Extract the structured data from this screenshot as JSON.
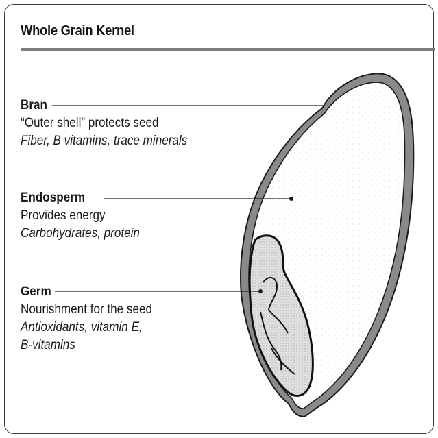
{
  "title": "Whole Grain Kernel",
  "parts": {
    "bran": {
      "name": "Bran",
      "description": "“Outer shell” protects seed",
      "nutrients": "Fiber, B vitamins, trace minerals"
    },
    "endosperm": {
      "name": "Endosperm",
      "description": "Provides energy",
      "nutrients": "Carbohydrates, protein"
    },
    "germ": {
      "name": "Germ",
      "description": "Nourishment for the seed",
      "nutrients_line1": "Antioxidants, vitamin E,",
      "nutrients_line2": "B-vitamins"
    }
  },
  "colors": {
    "frame": "#3a3a3a",
    "title_rule": "#7d7d7d",
    "bran_shell": "#8a8a8a",
    "outline": "#1a1a1a",
    "endosperm_fill": "#ffffff",
    "germ_fill": "#e2e2e2"
  }
}
